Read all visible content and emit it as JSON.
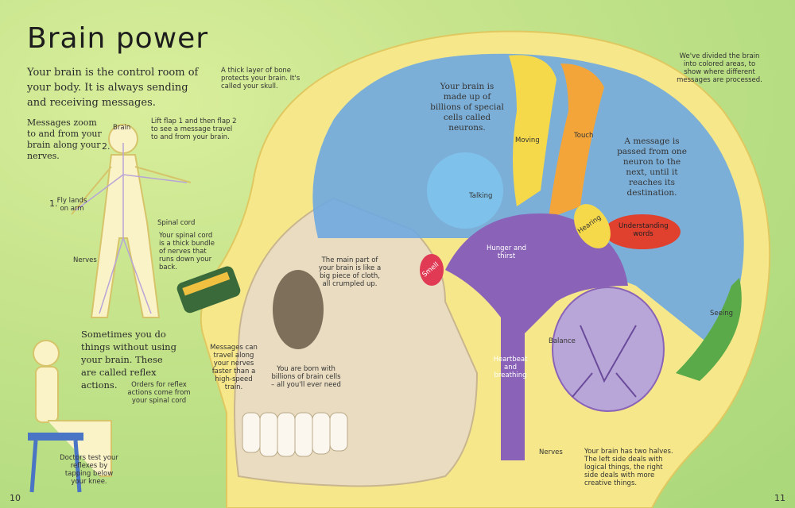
{
  "title": "Brain power",
  "intro": "Your brain is the control room of your body. It is always sending and receiving messages.",
  "messages_zoom": "Messages zoom to and from your brain along your nerves.",
  "flap_instruction": "Lift flap 1 and then flap 2 to see a message travel to and from your brain.",
  "flap1": "1.",
  "flap2": "2.",
  "labels": {
    "brain": "Brain",
    "fly_lands": "Fly lands on arm",
    "spinal_cord": "Spinal cord",
    "spinal_cord_desc": "Your spinal cord is a thick bundle of nerves that runs down your back.",
    "nerves_left": "Nerves",
    "bone": "A thick layer of bone protects your brain. It's called your skull.",
    "neurons": "Your brain is made up of billions of special cells called neurons.",
    "moving": "Moving",
    "touch": "Touch",
    "talking": "Talking",
    "hearing": "Hearing",
    "message_passed": "A message is passed from one neuron to the next, until it reaches its destination.",
    "understanding": "Understanding words",
    "colored_areas": "We've divided the brain into colored areas, to show where different messages are processed.",
    "cloth": "The main part of your brain is like a big piece of cloth, all crumpled up.",
    "smell": "Smell",
    "hunger": "Hunger and thirst",
    "seeing": "Seeing",
    "heartbeat": "Heartbeat and breathing",
    "balance": "Balance",
    "travel": "Messages can travel along your nerves faster than a high-speed train.",
    "born": "You are born with billions of brain cells – all you'll ever need",
    "reflex_orders": "Orders for reflex actions come from your spinal cord",
    "doctors": "Doctors test your reflexes by tapping below your knee.",
    "nerves_bottom": "Nerves",
    "halves": "Your brain has two halves. The left side deals with logical things, the right side deals with more creative things."
  },
  "reflex_text": "Sometimes you do things without using your brain. These are called reflex actions.",
  "page_left": "10",
  "page_right": "11",
  "colors": {
    "background": "#c4e38a",
    "head": "#f6e88a",
    "cortex": "#6fa8e0",
    "moving_band": "#f5d94a",
    "touch_band": "#f3a53a",
    "brainstem": "#8a63b8",
    "cerebellum": "#b8a6d8",
    "understanding": "#e0402e",
    "seeing": "#5aaa4a",
    "smell": "#e03a55"
  }
}
